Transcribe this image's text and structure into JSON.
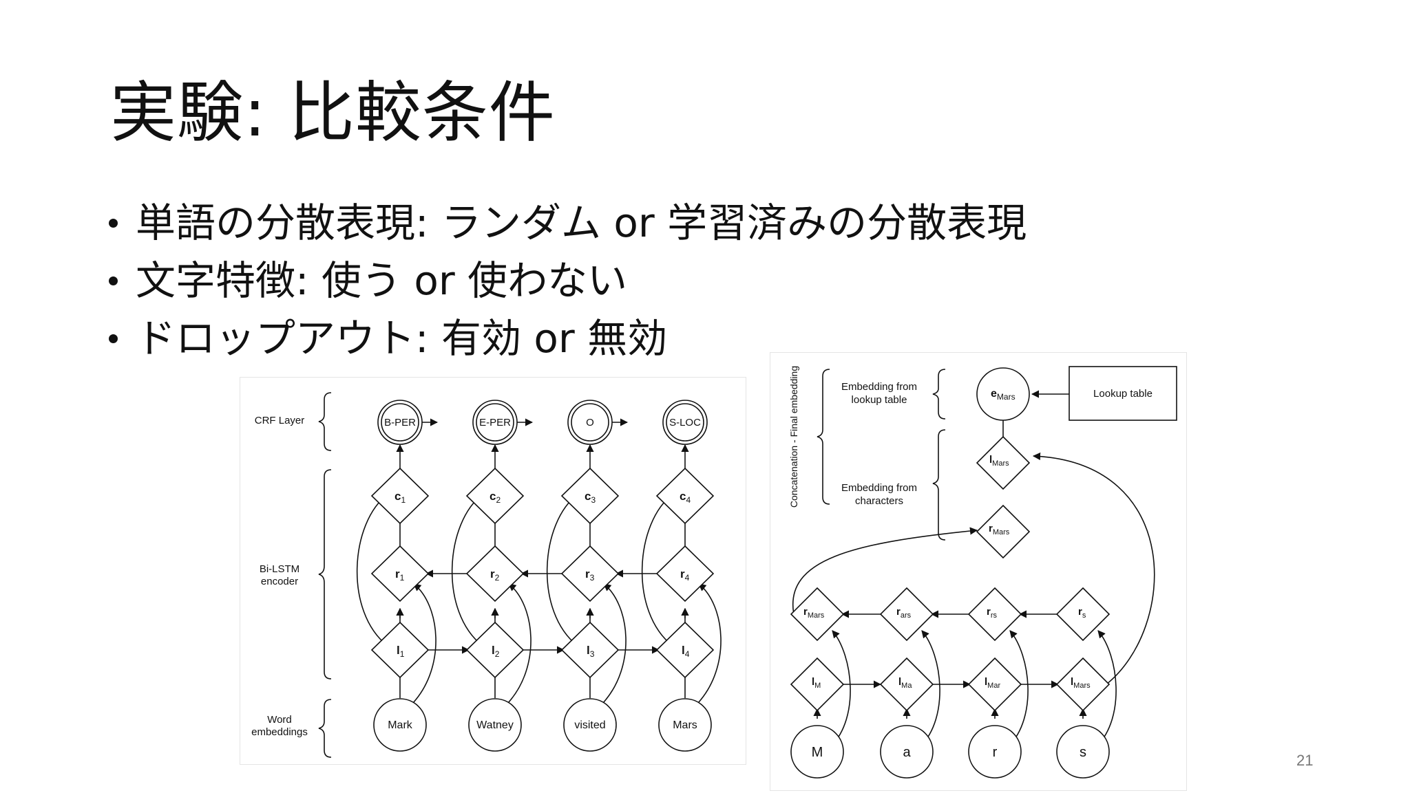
{
  "slide": {
    "title": "実験: 比較条件",
    "bullets": [
      "単語の分散表現: ランダム or 学習済みの分散表現",
      "文字特徴: 使う or 使わない",
      "ドロップアウト: 有効 or 無効"
    ],
    "page_number": "21"
  },
  "left_figure": {
    "layer_labels": {
      "crf": "CRF Layer",
      "bilstm_line1": "Bi-LSTM",
      "bilstm_line2": "encoder",
      "word_line1": "Word",
      "word_line2": "embeddings"
    },
    "words": [
      "Mark",
      "Watney",
      "visited",
      "Mars"
    ],
    "tags": [
      "B-PER",
      "E-PER",
      "O",
      "S-LOC"
    ],
    "c_base": "c",
    "c_subs": [
      "1",
      "2",
      "3",
      "4"
    ],
    "r_base": "r",
    "r_subs": [
      "1",
      "2",
      "3",
      "4"
    ],
    "l_base": "l",
    "l_subs": [
      "1",
      "2",
      "3",
      "4"
    ]
  },
  "right_figure": {
    "vertical_label": "Concatenation - Final embedding",
    "lookup_label_line1": "Embedding from",
    "lookup_label_line2": "lookup table",
    "char_label_line1": "Embedding from",
    "char_label_line2": "characters",
    "lookup_table": "Lookup table",
    "e_node": {
      "base": "e",
      "sub": "Mars"
    },
    "l_top": {
      "base": "l",
      "sub": "Mars"
    },
    "r_top": {
      "base": "r",
      "sub": "Mars"
    },
    "chars": [
      "M",
      "a",
      "r",
      "s"
    ],
    "r_row": [
      {
        "base": "r",
        "sub": "Mars"
      },
      {
        "base": "r",
        "sub": "ars"
      },
      {
        "base": "r",
        "sub": "rs"
      },
      {
        "base": "r",
        "sub": "s"
      }
    ],
    "l_row": [
      {
        "base": "l",
        "sub": "M"
      },
      {
        "base": "l",
        "sub": "Ma"
      },
      {
        "base": "l",
        "sub": "Mar"
      },
      {
        "base": "l",
        "sub": "Mars"
      }
    ]
  }
}
